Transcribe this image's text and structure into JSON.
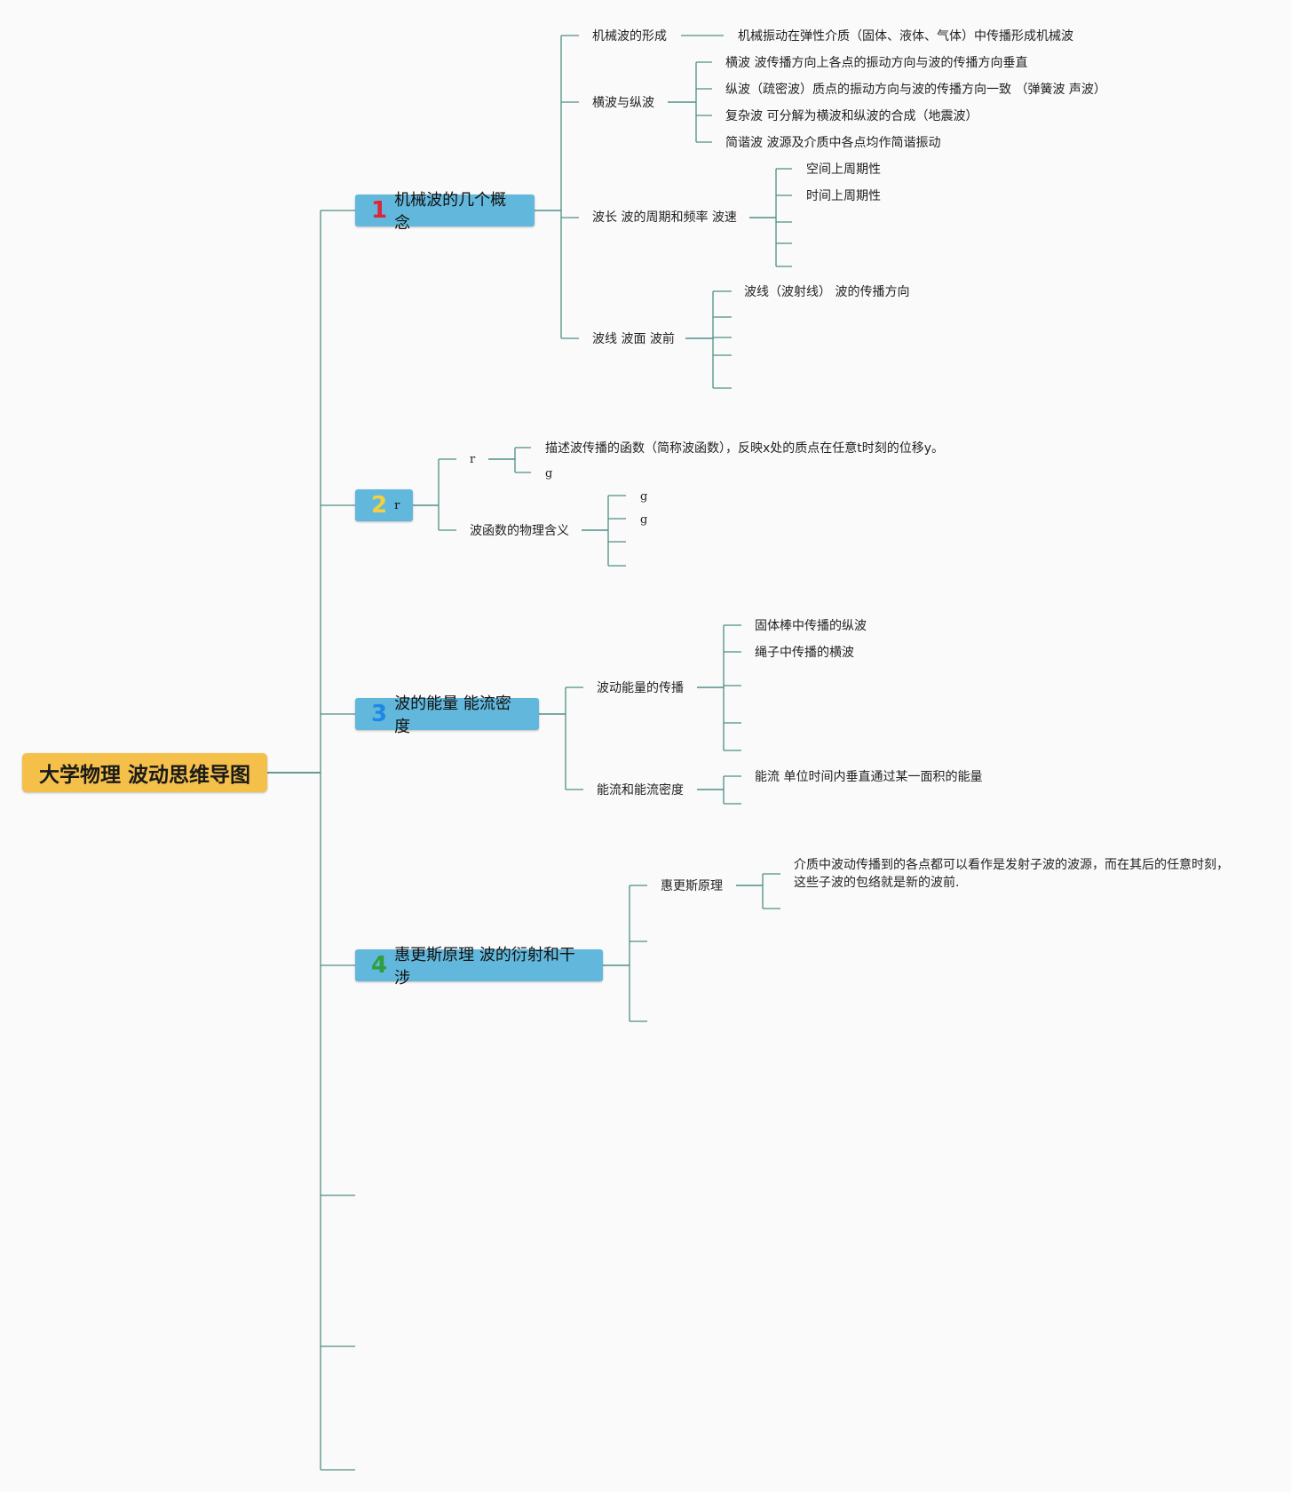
{
  "root": {
    "title": "大学物理 波动思维导图"
  },
  "topics": [
    {
      "number": "1",
      "label": "机械波的几个概念",
      "number_color": "#e0243a"
    },
    {
      "number": "2",
      "label": "r",
      "number_color": "#f4d03f"
    },
    {
      "number": "3",
      "label": "波的能量 能流密度",
      "number_color": "#1e88e5"
    },
    {
      "number": "4",
      "label": "惠更斯原理 波的衍射和干涉",
      "number_color": "#2e9e3e"
    }
  ],
  "branch1": {
    "formation": {
      "label": "机械波的形成",
      "detail": "机械振动在弹性介质（固体、液体、气体）中传播形成机械波"
    },
    "transverse_longitudinal": {
      "label": "横波与纵波",
      "items": [
        "横波 波传播方向上各点的振动方向与波的传播方向垂直",
        "纵波（疏密波）质点的振动方向与波的传播方向一致 （弹簧波 声波）",
        "复杂波 可分解为横波和纵波的合成（地震波）",
        "简谐波 波源及介质中各点均作简谐振动"
      ]
    },
    "wavelength": {
      "label": "波长 波的周期和频率 波速",
      "items": [
        "空间上周期性",
        "时间上周期性"
      ]
    },
    "wavefront": {
      "label": "波线 波面 波前",
      "items": [
        "波线（波射线） 波的传播方向"
      ]
    }
  },
  "branch2": {
    "sub_r": {
      "label": "r",
      "items": [
        "描述波传播的函数（简称波函数），反映x处的质点在任意t时刻的位移y。",
        "g"
      ]
    },
    "meaning": {
      "label": "波函数的物理含义",
      "items": [
        "g",
        "g"
      ]
    }
  },
  "branch3": {
    "propagation": {
      "label": "波动能量的传播",
      "items": [
        "固体棒中传播的纵波",
        "绳子中传播的横波"
      ]
    },
    "flux": {
      "label": "能流和能流密度",
      "items": [
        "能流 单位时间内垂直通过某一面积的能量"
      ]
    }
  },
  "branch4": {
    "huygens": {
      "label": "惠更斯原理",
      "detail_line1": "介质中波动传播到的各点都可以看作是发射子波的波源，而在其后的任意时刻，",
      "detail_line2": "这些子波的包络就是新的波前."
    }
  },
  "colors": {
    "line": "#4f8f86",
    "topic_fill": "#62b8dc",
    "root_fill": "#f4c04a",
    "background": "#fafafa"
  }
}
